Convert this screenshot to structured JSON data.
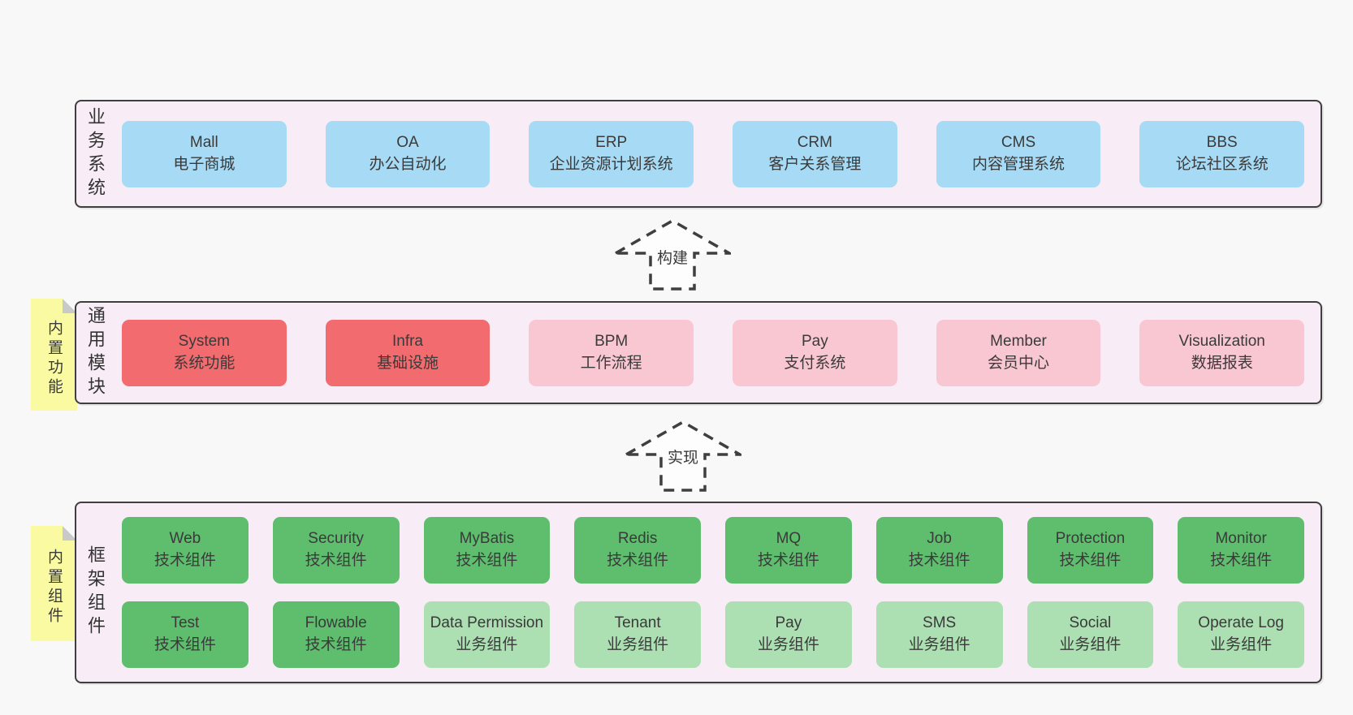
{
  "colors": {
    "page_bg": "#f8f8f8",
    "panel_bg": "#f8edf6",
    "line": "#3f3f3f",
    "blue": "#a7dbf5",
    "red": "#f26b6e",
    "pink": "#f9c7d2",
    "green": "#5ebe6e",
    "green_light": "#acdfb2",
    "sticky_bg": "#fafaa3",
    "fold": "#c9c9c9"
  },
  "arrows": [
    {
      "label": "构建"
    },
    {
      "label": "实现"
    }
  ],
  "layers": [
    {
      "name": "business-systems",
      "side_label": "业务系统",
      "sticky": null,
      "rows": [
        [
          {
            "title": "Mall",
            "subtitle": "电子商城",
            "variant": "blue"
          },
          {
            "title": "OA",
            "subtitle": "办公自动化",
            "variant": "blue"
          },
          {
            "title": "ERP",
            "subtitle": "企业资源计划系统",
            "variant": "blue"
          },
          {
            "title": "CRM",
            "subtitle": "客户关系管理",
            "variant": "blue"
          },
          {
            "title": "CMS",
            "subtitle": "内容管理系统",
            "variant": "blue"
          },
          {
            "title": "BBS",
            "subtitle": "论坛社区系统",
            "variant": "blue"
          }
        ]
      ]
    },
    {
      "name": "common-modules",
      "side_label": "通用模块",
      "sticky": "内置功能",
      "rows": [
        [
          {
            "title": "System",
            "subtitle": "系统功能",
            "variant": "red"
          },
          {
            "title": "Infra",
            "subtitle": "基础设施",
            "variant": "red"
          },
          {
            "title": "BPM",
            "subtitle": "工作流程",
            "variant": "pink"
          },
          {
            "title": "Pay",
            "subtitle": "支付系统",
            "variant": "pink"
          },
          {
            "title": "Member",
            "subtitle": "会员中心",
            "variant": "pink"
          },
          {
            "title": "Visualization",
            "subtitle": "数据报表",
            "variant": "pink"
          }
        ]
      ]
    },
    {
      "name": "framework-components",
      "side_label": "框架组件",
      "sticky": "内置组件",
      "rows": [
        [
          {
            "title": "Web",
            "subtitle": "技术组件",
            "variant": "green"
          },
          {
            "title": "Security",
            "subtitle": "技术组件",
            "variant": "green"
          },
          {
            "title": "MyBatis",
            "subtitle": "技术组件",
            "variant": "green"
          },
          {
            "title": "Redis",
            "subtitle": "技术组件",
            "variant": "green"
          },
          {
            "title": "MQ",
            "subtitle": "技术组件",
            "variant": "green"
          },
          {
            "title": "Job",
            "subtitle": "技术组件",
            "variant": "green"
          },
          {
            "title": "Protection",
            "subtitle": "技术组件",
            "variant": "green"
          },
          {
            "title": "Monitor",
            "subtitle": "技术组件",
            "variant": "green"
          }
        ],
        [
          {
            "title": "Test",
            "subtitle": "技术组件",
            "variant": "green"
          },
          {
            "title": "Flowable",
            "subtitle": "技术组件",
            "variant": "green"
          },
          {
            "title": "Data Permission",
            "subtitle": "业务组件",
            "variant": "green-light"
          },
          {
            "title": "Tenant",
            "subtitle": "业务组件",
            "variant": "green-light"
          },
          {
            "title": "Pay",
            "subtitle": "业务组件",
            "variant": "green-light"
          },
          {
            "title": "SMS",
            "subtitle": "业务组件",
            "variant": "green-light"
          },
          {
            "title": "Social",
            "subtitle": "业务组件",
            "variant": "green-light"
          },
          {
            "title": "Operate Log",
            "subtitle": "业务组件",
            "variant": "green-light"
          }
        ]
      ]
    }
  ]
}
